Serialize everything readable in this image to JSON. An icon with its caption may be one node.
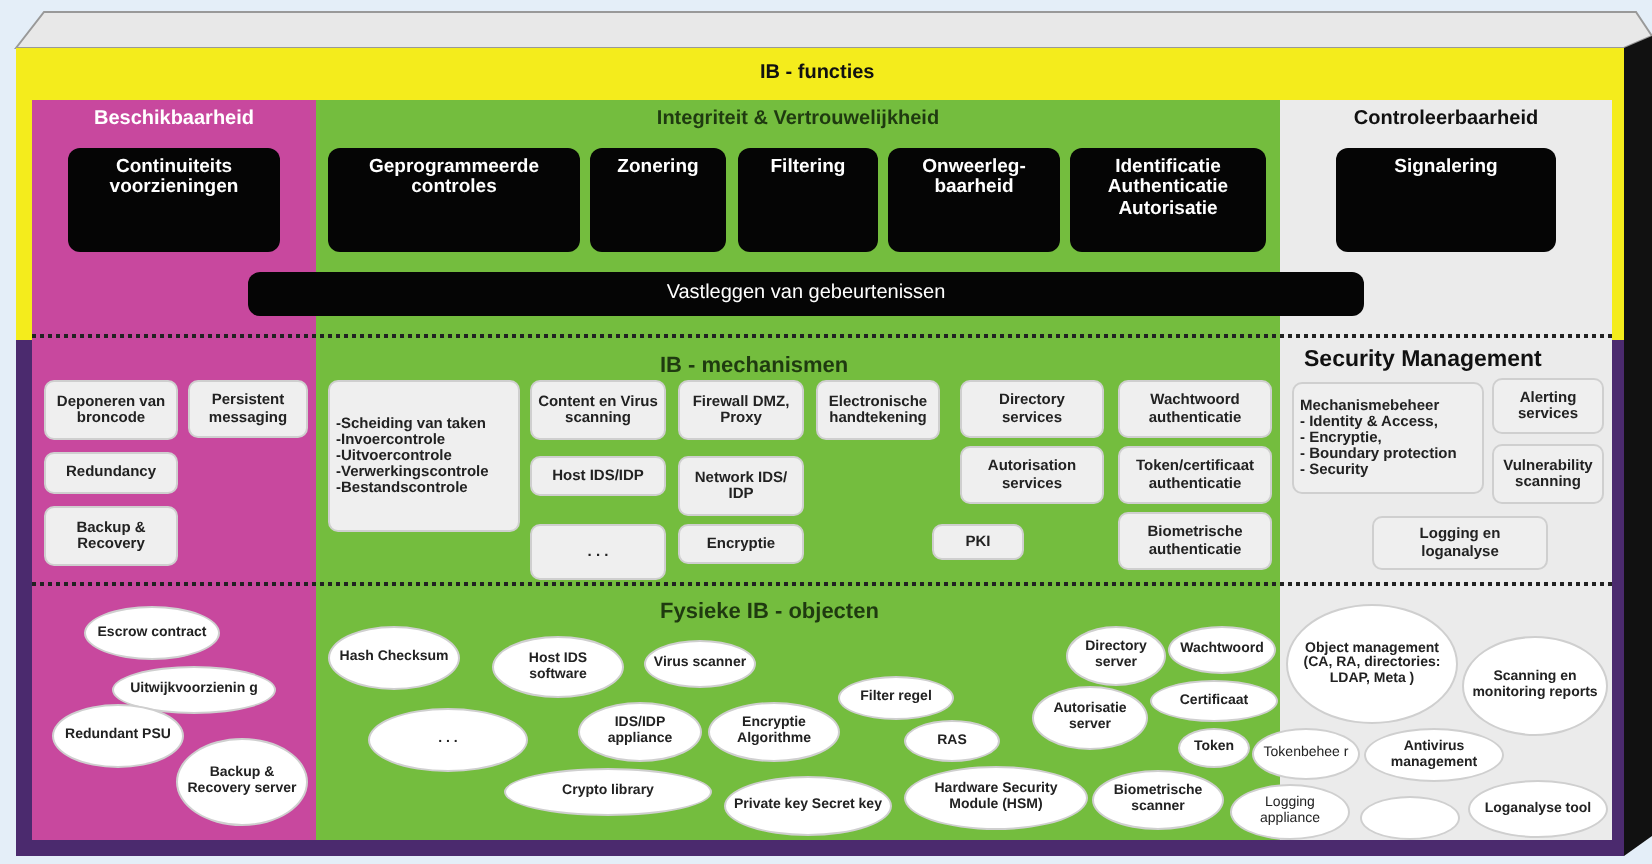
{
  "diagram": {
    "nodes": [
      {
        "text": [
          "Beschikbaarheid"
        ]
      },
      {
        "text": [
          "Integriteit & Vertrouwelijkheid"
        ]
      },
      {
        "text": [
          "Controleerbaarheid"
        ]
      },
      {
        "text": [
          "Continuiteits voorzieningen"
        ],
        "in": 0
      },
      {
        "text": [
          "Geprogrammeerde controles"
        ],
        "in": 1
      },
      {
        "text": [
          "Zonering"
        ],
        "in": 1
      },
      {
        "text": [
          "Filtering"
        ],
        "in": 1
      },
      {
        "text": [
          "Onweerleg- baarheid"
        ],
        "in": 1
      },
      {
        "text": [
          "Identificatie Authenticatie Autorisatie"
        ],
        "in": 1
      },
      {
        "text": [
          "Signalering"
        ],
        "in": 2
      },
      {
        "text": [
          "Vastleggen van gebeurtenissen"
        ]
      },
      {
        "text": [
          "Deponeren van broncode"
        ],
        "in": 0
      },
      {
        "text": [
          "Persistent messaging"
        ],
        "in": 0
      },
      {
        "text": [
          "Redundancy"
        ],
        "in": 0
      },
      {
        "text": [
          "Backup & Recovery"
        ],
        "in": 0
      },
      {
        "text": [
          "-Scheiding van taken",
          "-Invoercontrole",
          "-Uitvoercontrole",
          "-Verwerkingscontrole",
          "-Bestandscontrole"
        ],
        "in": 1
      },
      {
        "text": [
          "Content en Virus scanning"
        ],
        "in": 1
      },
      {
        "text": [
          "Firewall DMZ, Proxy"
        ],
        "in": 1
      },
      {
        "text": [
          "Electronische handtekening"
        ],
        "in": 1
      },
      {
        "text": [
          "Directory services"
        ],
        "in": 1
      },
      {
        "text": [
          "Wachtwoord authenticatie"
        ],
        "in": 1
      },
      {
        "text": [
          "Host IDS/IDP"
        ],
        "in": 1
      },
      {
        "text": [
          "Network IDS/ IDP"
        ],
        "in": 1
      },
      {
        "text": [
          "Autorisation services"
        ],
        "in": 1
      },
      {
        "text": [
          "Token/certificaat authenticatie"
        ],
        "in": 1
      },
      {
        "text": [
          ". . ."
        ],
        "in": 1
      },
      {
        "text": [
          "Encryptie"
        ],
        "in": 1
      },
      {
        "text": [
          "PKI"
        ],
        "in": 1
      },
      {
        "text": [
          "Biometrische authenticatie"
        ],
        "in": 1
      },
      {
        "text": [
          "Mechanismebeheer",
          "- Identity & Access,",
          "- Encryptie,",
          "- Boundary protection",
          "- Security"
        ],
        "in": 2
      },
      {
        "text": [
          "Alerting services"
        ],
        "in": 2
      },
      {
        "text": [
          "Vulnerability scanning"
        ],
        "in": 2
      },
      {
        "text": [
          "Logging en loganalyse"
        ],
        "in": 2
      },
      {
        "text": [
          "Escrow contract"
        ],
        "in": 0
      },
      {
        "text": [
          "Uitwijkvoorzienin g"
        ],
        "in": 0
      },
      {
        "text": [
          "Redundant PSU"
        ],
        "in": 0
      },
      {
        "text": [
          "Backup & Recovery server"
        ],
        "in": 0
      },
      {
        "text": [
          "Hash Checksum"
        ],
        "in": 1
      },
      {
        "text": [
          "Host IDS software"
        ],
        "in": 1
      },
      {
        "text": [
          "Virus scanner"
        ],
        "in": 1
      },
      {
        "text": [
          ". . ."
        ],
        "in": 1
      },
      {
        "text": [
          "IDS/IDP appliance"
        ],
        "in": 1
      },
      {
        "text": [
          "Encryptie Algorithme"
        ],
        "in": 1
      },
      {
        "text": [
          "Crypto library"
        ],
        "in": 1
      },
      {
        "text": [
          "Private key Secret key"
        ],
        "in": 1
      },
      {
        "text": [
          "Filter regel"
        ],
        "in": 1
      },
      {
        "text": [
          "RAS"
        ],
        "in": 1
      },
      {
        "text": [
          "Hardware Security Module (HSM)"
        ],
        "in": 1
      },
      {
        "text": [
          "Directory server"
        ],
        "in": 1
      },
      {
        "text": [
          "Wachtwoord"
        ],
        "in": 1
      },
      {
        "text": [
          "Autorisatie server"
        ],
        "in": 1
      },
      {
        "text": [
          "Certificaat"
        ],
        "in": 1
      },
      {
        "text": [
          "Biometrische scanner"
        ],
        "in": 1
      },
      {
        "text": [
          "Token"
        ],
        "in": 1
      },
      {
        "text": [
          "Tokenbehee r"
        ]
      },
      {
        "text": [
          "Object management (CA, RA, directories: LDAP, Meta )"
        ],
        "in": 2
      },
      {
        "text": [
          "Scanning en monitoring reports"
        ],
        "in": 2
      },
      {
        "text": [
          "Antivirus management"
        ],
        "in": 2
      },
      {
        "text": [
          "Logging appliance"
        ]
      },
      {
        "text": [],
        "shape": "ellipse",
        "in": 2
      },
      {
        "text": [
          "Loganalyse tool"
        ],
        "in": 2
      }
    ],
    "labels": [
      "IB - functies",
      "IB - mechanismen",
      "Security Management",
      "Fysieke IB - objecten"
    ]
  }
}
